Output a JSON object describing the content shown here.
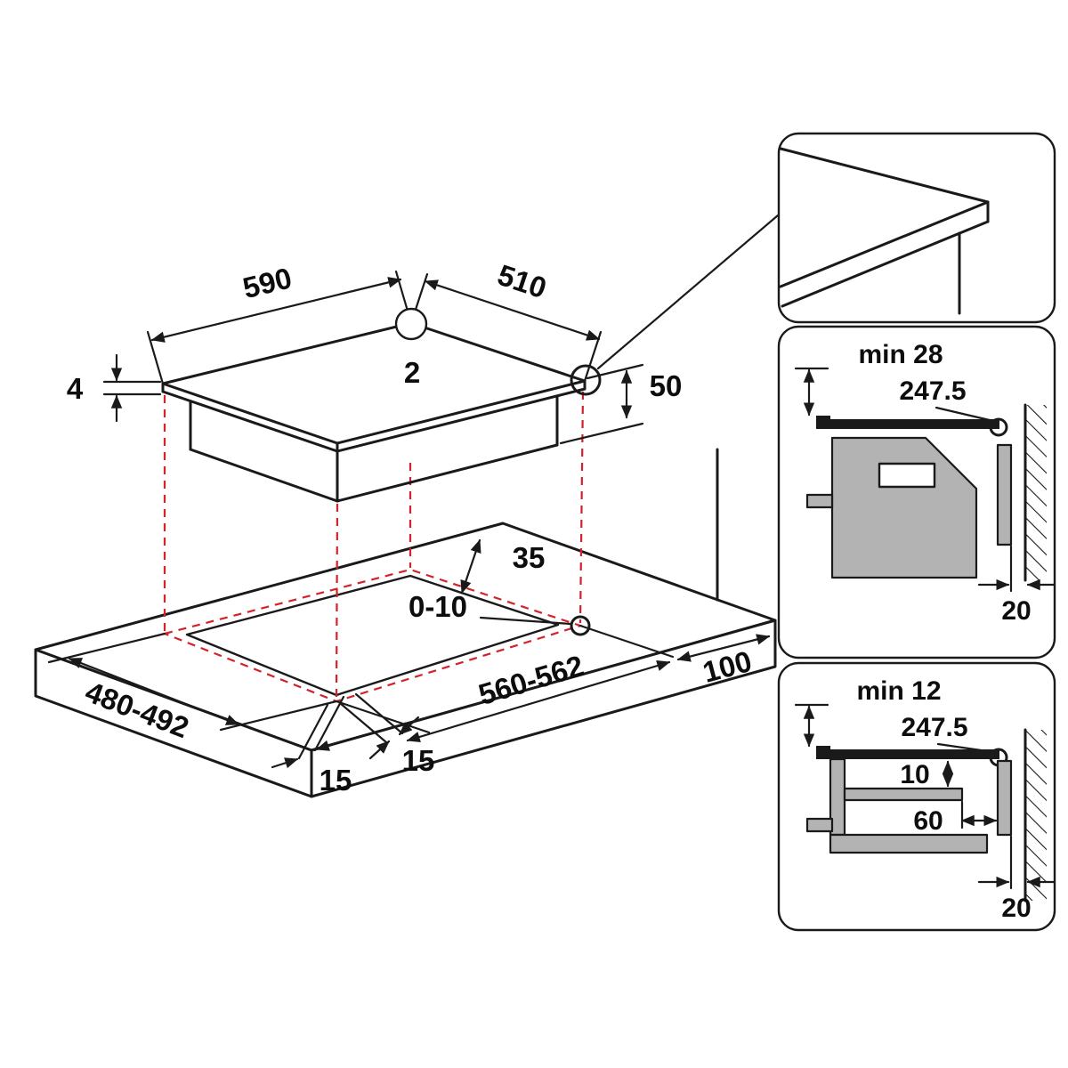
{
  "title": "Hob built-in installation dimensions diagram",
  "colors": {
    "line": "#1a1a1a",
    "projection_red": "#d2232a",
    "cabinet_gray": "#b3b3b3"
  },
  "main_view": {
    "hob_width": "590",
    "hob_depth": "510",
    "callout_2": "2",
    "glass_thickness": "4",
    "hob_height": "50",
    "rear_clearance": "35",
    "edge_play": "0-10",
    "cutout_depth": "480-492",
    "cutout_width": "560-562",
    "side_clearance": "100",
    "front_margin_left": "15",
    "front_margin_right": "15"
  },
  "section_top": {
    "min_thickness": "min 28",
    "centerline": "247.5",
    "rear_gap": "20"
  },
  "section_bottom": {
    "min_clearance": "min 12",
    "centerline": "247.5",
    "shelf_clearance": "10",
    "shelf_setback": "60",
    "rear_gap": "20"
  }
}
